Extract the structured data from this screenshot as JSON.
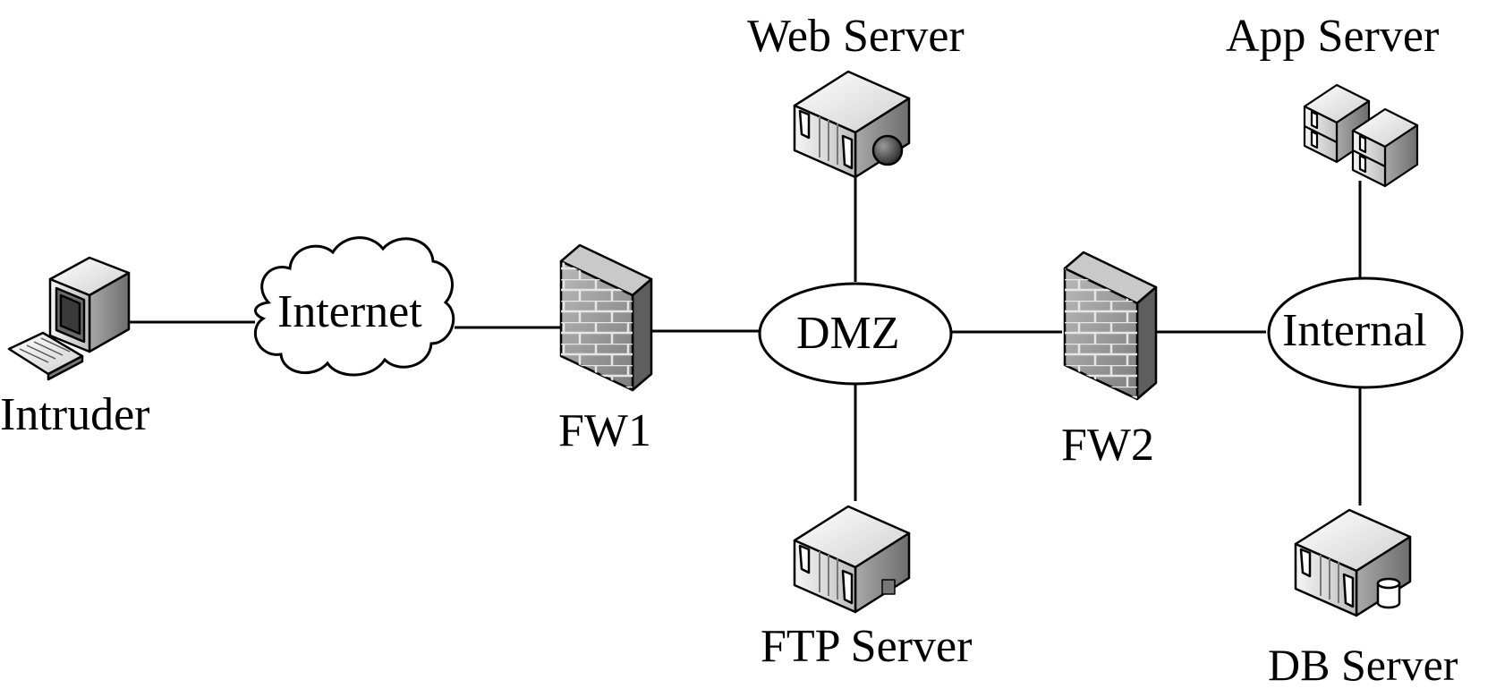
{
  "nodes": {
    "intruder": {
      "label": "Intruder",
      "icon": "workstation-icon"
    },
    "internet": {
      "label": "Internet",
      "icon": "cloud-icon"
    },
    "fw1": {
      "label": "FW1",
      "icon": "firewall-icon"
    },
    "dmz": {
      "label": "DMZ",
      "icon": "ellipse"
    },
    "web_server": {
      "label": "Web Server",
      "icon": "web-server-icon"
    },
    "ftp_server": {
      "label": "FTP Server",
      "icon": "ftp-server-icon"
    },
    "fw2": {
      "label": "FW2",
      "icon": "firewall-icon"
    },
    "internal": {
      "label": "Internal",
      "icon": "ellipse"
    },
    "app_server": {
      "label": "App Server",
      "icon": "app-server-icon"
    },
    "db_server": {
      "label": "DB Server",
      "icon": "db-server-icon"
    }
  },
  "edges": [
    [
      "intruder",
      "internet"
    ],
    [
      "internet",
      "fw1"
    ],
    [
      "fw1",
      "dmz"
    ],
    [
      "dmz",
      "web_server"
    ],
    [
      "dmz",
      "ftp_server"
    ],
    [
      "dmz",
      "fw2"
    ],
    [
      "fw2",
      "internal"
    ],
    [
      "internal",
      "app_server"
    ],
    [
      "internal",
      "db_server"
    ]
  ],
  "colors": {
    "line": "#000000",
    "device_light": "#f2f2f2",
    "device_dark": "#8c8c8c",
    "firewall": "#9a9a9a"
  }
}
